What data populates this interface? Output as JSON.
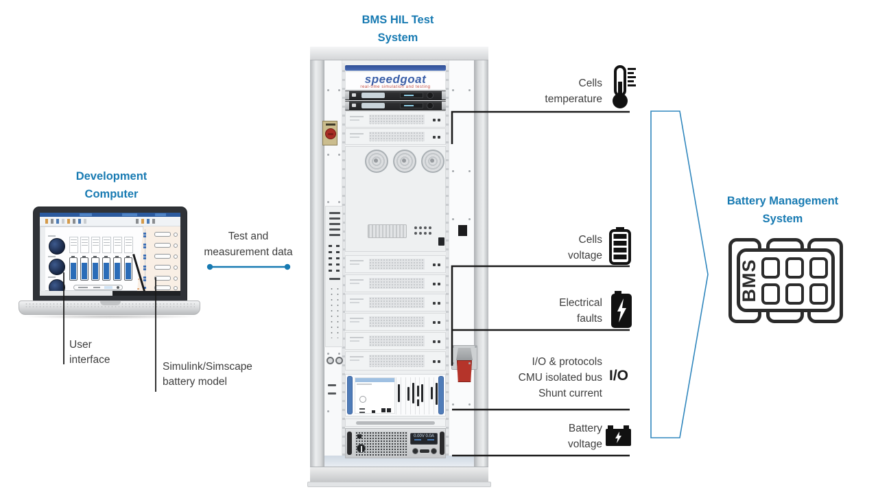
{
  "colors": {
    "heading_blue": "#177ab2",
    "line_black": "#1a1a1a",
    "pentagon_blue": "#2f86bd",
    "speedgoat_blue": "#3b5fa8",
    "tagline_red": "#c0453a"
  },
  "dev_computer": {
    "title_line1": "Development",
    "title_line2": "Computer",
    "callout_ui_line1": "User",
    "callout_ui_line2": "interface",
    "callout_model_line1": "Simulink/Simscape",
    "callout_model_line2": "battery model"
  },
  "link": {
    "label_line1": "Test and",
    "label_line2": "measurement data"
  },
  "hil": {
    "title_line1": "BMS HIL Test",
    "title_line2": "System",
    "logo": "speedgoat",
    "tagline": "real-time simulation and testing",
    "psu_voltage": "0.00V",
    "psu_current": "0.0A"
  },
  "signals": [
    {
      "lines": [
        "Cells",
        "temperature"
      ],
      "icon": "thermometer"
    },
    {
      "lines": [
        "Cells",
        "voltage"
      ],
      "icon": "battery-vertical"
    },
    {
      "lines": [
        "Electrical",
        "faults"
      ],
      "icon": "battery-bolt"
    },
    {
      "lines": [
        "I/O & protocols",
        "CMU isolated bus",
        "Shunt current"
      ],
      "icon": "io-text",
      "icon_label": "I/O"
    },
    {
      "lines": [
        "Battery",
        "voltage"
      ],
      "icon": "car-battery"
    }
  ],
  "bms": {
    "title_line1": "Battery Management",
    "title_line2": "System",
    "chip_label": "BMS"
  }
}
